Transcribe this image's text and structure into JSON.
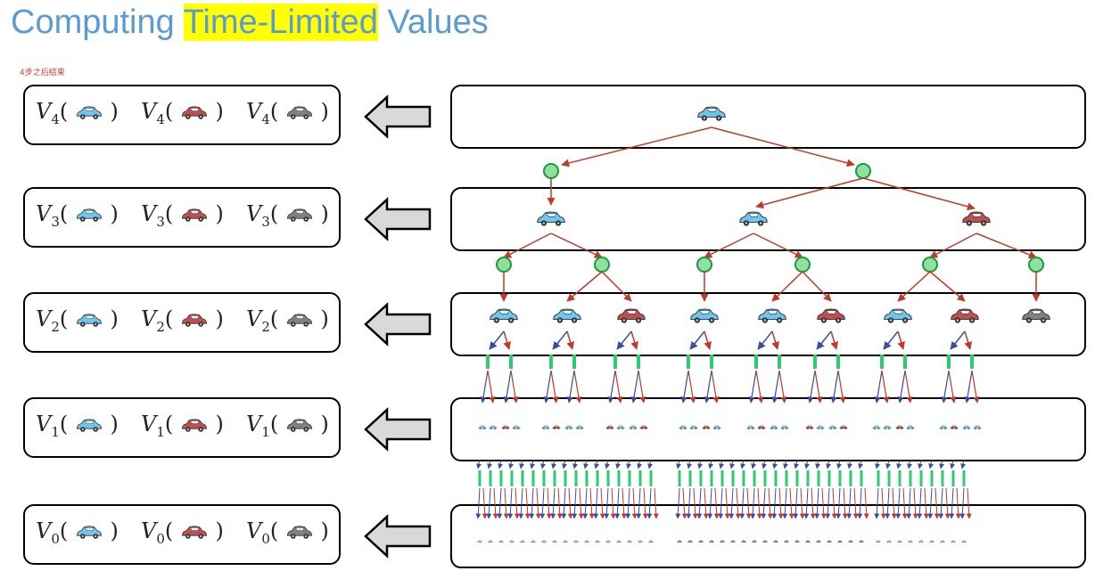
{
  "title": {
    "before": "Computing ",
    "highlight": "Time-Limited",
    "after": " Values"
  },
  "note": "4步之后结束",
  "rows": [
    {
      "sub": "4",
      "label": "V",
      "cars": [
        "blue",
        "red",
        "gray"
      ]
    },
    {
      "sub": "3",
      "label": "V",
      "cars": [
        "blue",
        "red",
        "gray"
      ]
    },
    {
      "sub": "2",
      "label": "V",
      "cars": [
        "blue",
        "red",
        "gray"
      ]
    },
    {
      "sub": "1",
      "label": "V",
      "cars": [
        "blue",
        "red",
        "gray"
      ]
    },
    {
      "sub": "0",
      "label": "V",
      "cars": [
        "blue",
        "red",
        "gray"
      ]
    }
  ],
  "colors": {
    "title": "#5b9bd5",
    "highlight": "#ffff00",
    "chance_node": "#2ecc71",
    "edge_red": "#c0392b",
    "edge_blue": "#3b4aa8",
    "car_blue": "#6ec6f0",
    "car_red": "#c0504d",
    "car_gray": "#808080",
    "arrow_fill": "#d9d9d9"
  },
  "icons": {
    "car_blue": "car-cool-icon",
    "car_red": "car-warm-icon",
    "car_gray": "car-overheated-icon",
    "chance": "chance-node-icon",
    "arrow": "left-arrow-icon"
  }
}
